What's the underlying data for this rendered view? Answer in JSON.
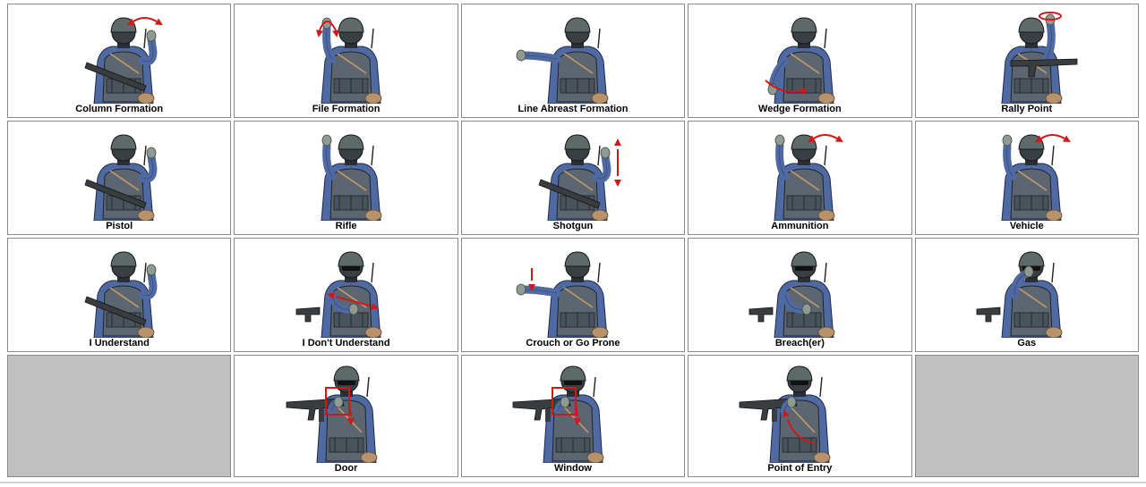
{
  "colors": {
    "uniform": "#4f6aa3",
    "vest": "#5b6670",
    "helmet": "#5e6a68",
    "glove": "#8f9a92",
    "weapon": "#3a3d40",
    "arrow": "#d01818",
    "empty_cell": "#c0c0c0"
  },
  "signals": [
    {
      "label": "Column Formation",
      "icon": "column-formation-signal-icon",
      "pose": "ok",
      "arrow": "lr"
    },
    {
      "label": "File Formation",
      "icon": "file-formation-signal-icon",
      "pose": "up",
      "arrow": "arc"
    },
    {
      "label": "Line Abreast Formation",
      "icon": "line-abreast-formation-signal-icon",
      "pose": "side",
      "arrow": ""
    },
    {
      "label": "Wedge Formation",
      "icon": "wedge-formation-signal-icon",
      "pose": "down",
      "arrow": "curve"
    },
    {
      "label": "Rally Point",
      "icon": "rally-point-signal-icon",
      "pose": "circle",
      "arrow": "circle"
    },
    {
      "label": "Pistol",
      "icon": "pistol-signal-icon",
      "pose": "point",
      "arrow": ""
    },
    {
      "label": "Rifle",
      "icon": "rifle-signal-icon",
      "pose": "up",
      "arrow": ""
    },
    {
      "label": "Shotgun",
      "icon": "shotgun-signal-icon",
      "pose": "ok",
      "arrow": "ud"
    },
    {
      "label": "Ammunition",
      "icon": "ammunition-signal-icon",
      "pose": "up",
      "arrow": "lr"
    },
    {
      "label": "Vehicle",
      "icon": "vehicle-signal-icon",
      "pose": "up",
      "arrow": "lr"
    },
    {
      "label": "I Understand",
      "icon": "i-understand-signal-icon",
      "pose": "ok",
      "arrow": ""
    },
    {
      "label": "I Don't Understand",
      "icon": "i-dont-understand-signal-icon",
      "pose": "chest",
      "arrow": "diag"
    },
    {
      "label": "Crouch or Go Prone",
      "icon": "crouch-or-go-prone-signal-icon",
      "pose": "side",
      "arrow": "down"
    },
    {
      "label": "Breach(er)",
      "icon": "breacher-signal-icon",
      "pose": "chest",
      "arrow": ""
    },
    {
      "label": "Gas",
      "icon": "gas-signal-icon",
      "pose": "face",
      "arrow": ""
    },
    {
      "label": "",
      "icon": "",
      "pose": "",
      "arrow": ""
    },
    {
      "label": "Door",
      "icon": "door-signal-icon",
      "pose": "gun",
      "arrow": "box"
    },
    {
      "label": "Window",
      "icon": "window-signal-icon",
      "pose": "gun",
      "arrow": "box"
    },
    {
      "label": "Point of Entry",
      "icon": "point-of-entry-signal-icon",
      "pose": "gun",
      "arrow": "hook"
    },
    {
      "label": "",
      "icon": "",
      "pose": "",
      "arrow": ""
    }
  ]
}
